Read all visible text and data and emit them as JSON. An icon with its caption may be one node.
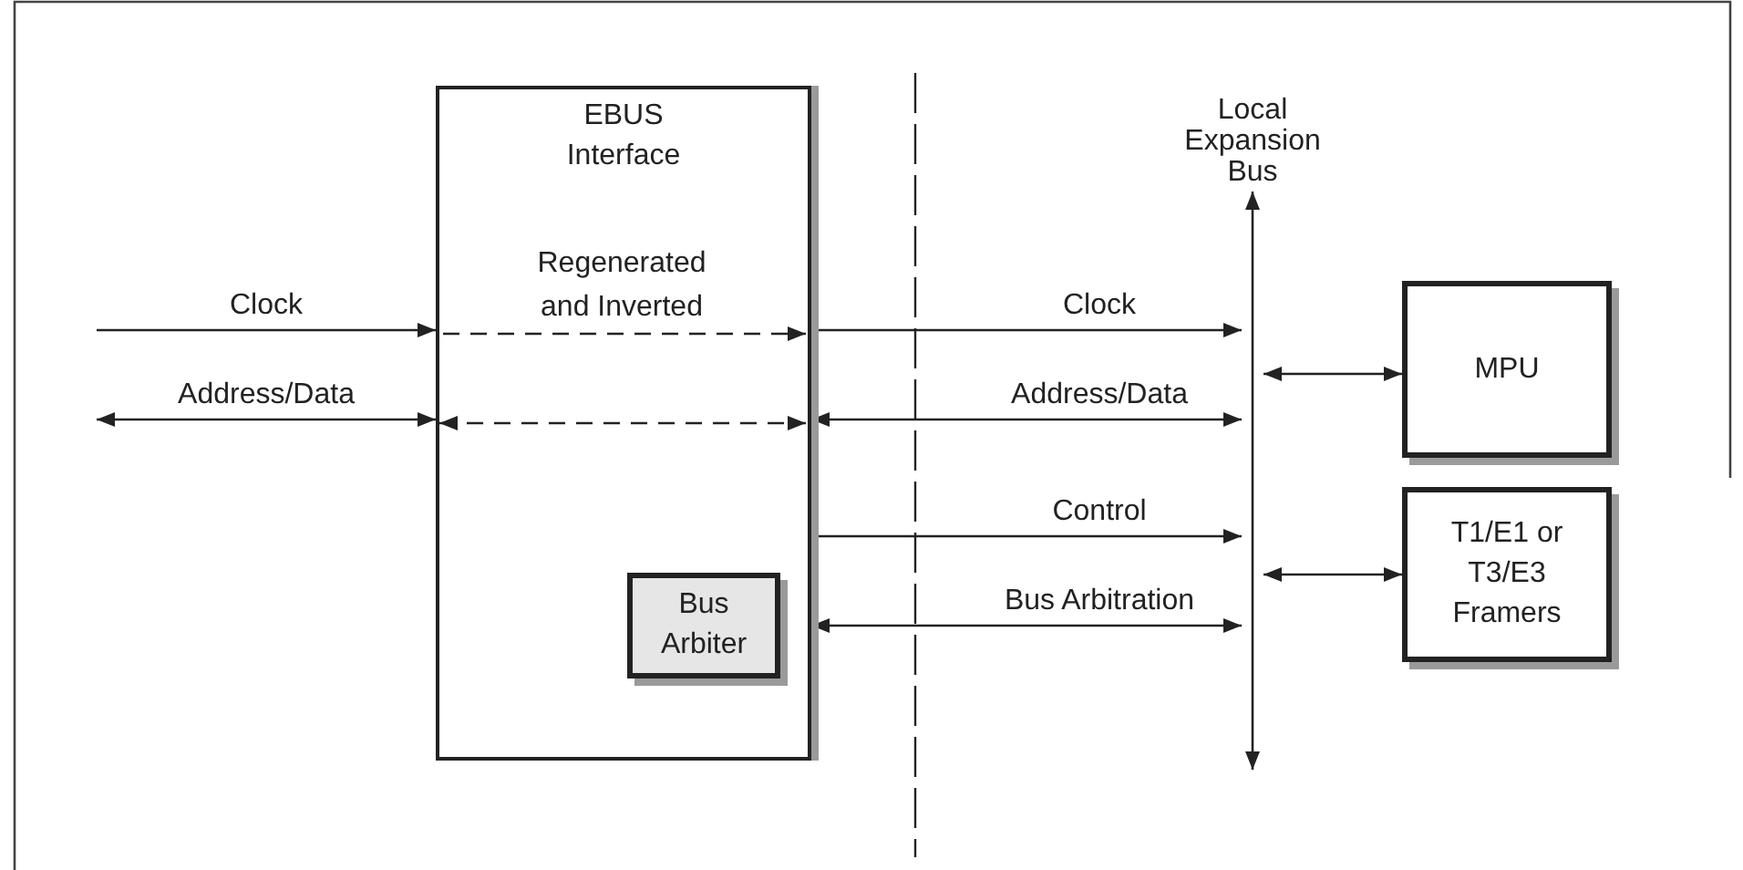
{
  "diagram": {
    "nodes": [
      {
        "text": [
          "EBUS Interface",
          "Regenerated and Inverted"
        ]
      },
      {
        "text": [
          "Bus Arbiter"
        ],
        "in": 0
      },
      {
        "text": [
          "Local Expansion Bus"
        ]
      },
      {
        "text": [
          "MPU"
        ]
      },
      {
        "text": [
          "T1/E1 or T3/E3 Framers"
        ]
      }
    ],
    "edges": [
      {
        "from": null,
        "to": 0,
        "arrow": "to",
        "label": "Clock"
      },
      {
        "from": null,
        "to": 0,
        "arrow": "both",
        "label": "Address/Data"
      },
      {
        "from": 0,
        "to": 2,
        "arrow": "to",
        "label": "Clock"
      },
      {
        "from": 0,
        "to": 2,
        "arrow": "both",
        "label": "Address/Data"
      },
      {
        "from": 0,
        "to": 2,
        "arrow": "to",
        "label": "Control"
      },
      {
        "from": 0,
        "to": 2,
        "arrow": "both",
        "label": "Bus Arbitration"
      },
      {
        "from": 2,
        "to": 3,
        "arrow": "both"
      },
      {
        "from": 2,
        "to": 4,
        "arrow": "both"
      }
    ]
  }
}
